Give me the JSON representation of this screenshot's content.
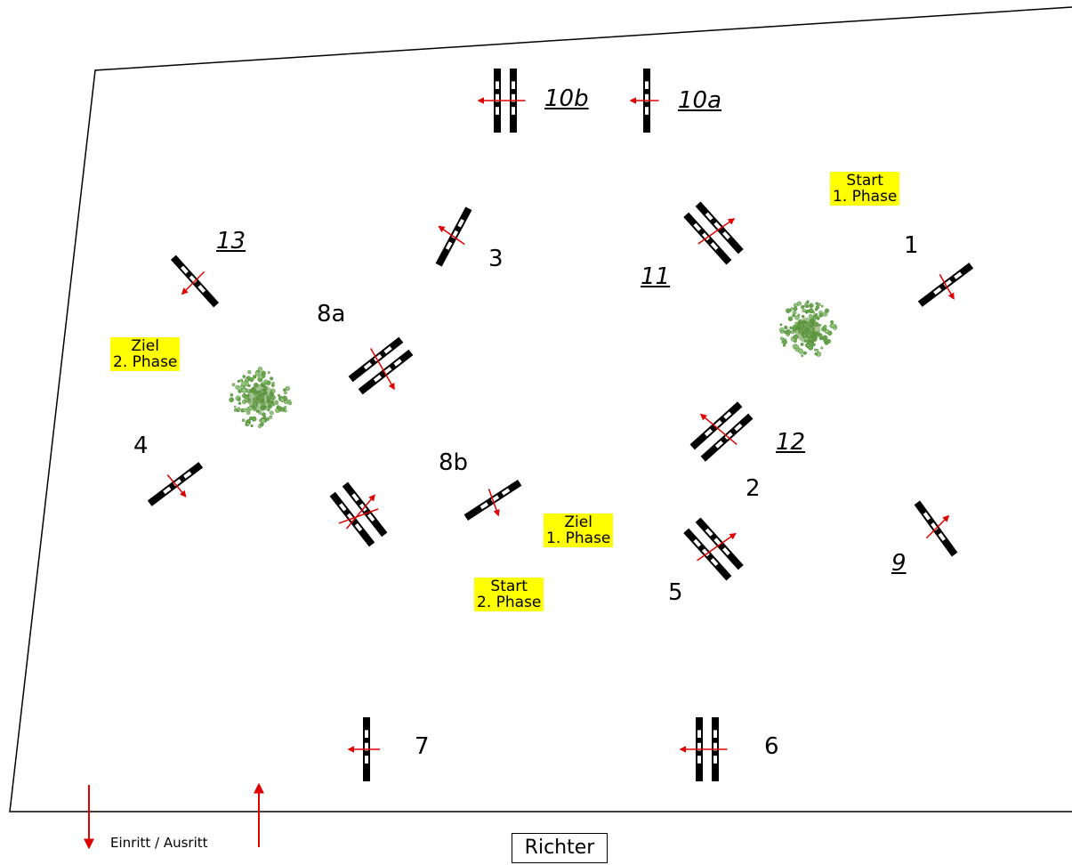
{
  "obstacles": [
    {
      "id": "1",
      "label": "1"
    },
    {
      "id": "2",
      "label": "2"
    },
    {
      "id": "3",
      "label": "3"
    },
    {
      "id": "4",
      "label": "4"
    },
    {
      "id": "5",
      "label": "5"
    },
    {
      "id": "6",
      "label": "6"
    },
    {
      "id": "7",
      "label": "7"
    },
    {
      "id": "8a",
      "label": "8a"
    },
    {
      "id": "8b",
      "label": "8b"
    },
    {
      "id": "9",
      "label": "9"
    },
    {
      "id": "10a",
      "label": "10a"
    },
    {
      "id": "10b",
      "label": "10b"
    },
    {
      "id": "11",
      "label": "11"
    },
    {
      "id": "12",
      "label": "12"
    },
    {
      "id": "13",
      "label": "13"
    }
  ],
  "phase_notes": {
    "start1": [
      "Start",
      "1. Phase"
    ],
    "ziel1": [
      "Ziel",
      "1. Phase"
    ],
    "start2": [
      "Start",
      "2. Phase"
    ],
    "ziel2": [
      "Ziel",
      "2. Phase"
    ]
  },
  "entry_label": "Einritt / Ausritt",
  "judge_label": "Richter",
  "colors": {
    "note_bg": "#ffff00",
    "arrow": "#e00000",
    "fence": "#000000",
    "tree": "#6aa84f"
  }
}
